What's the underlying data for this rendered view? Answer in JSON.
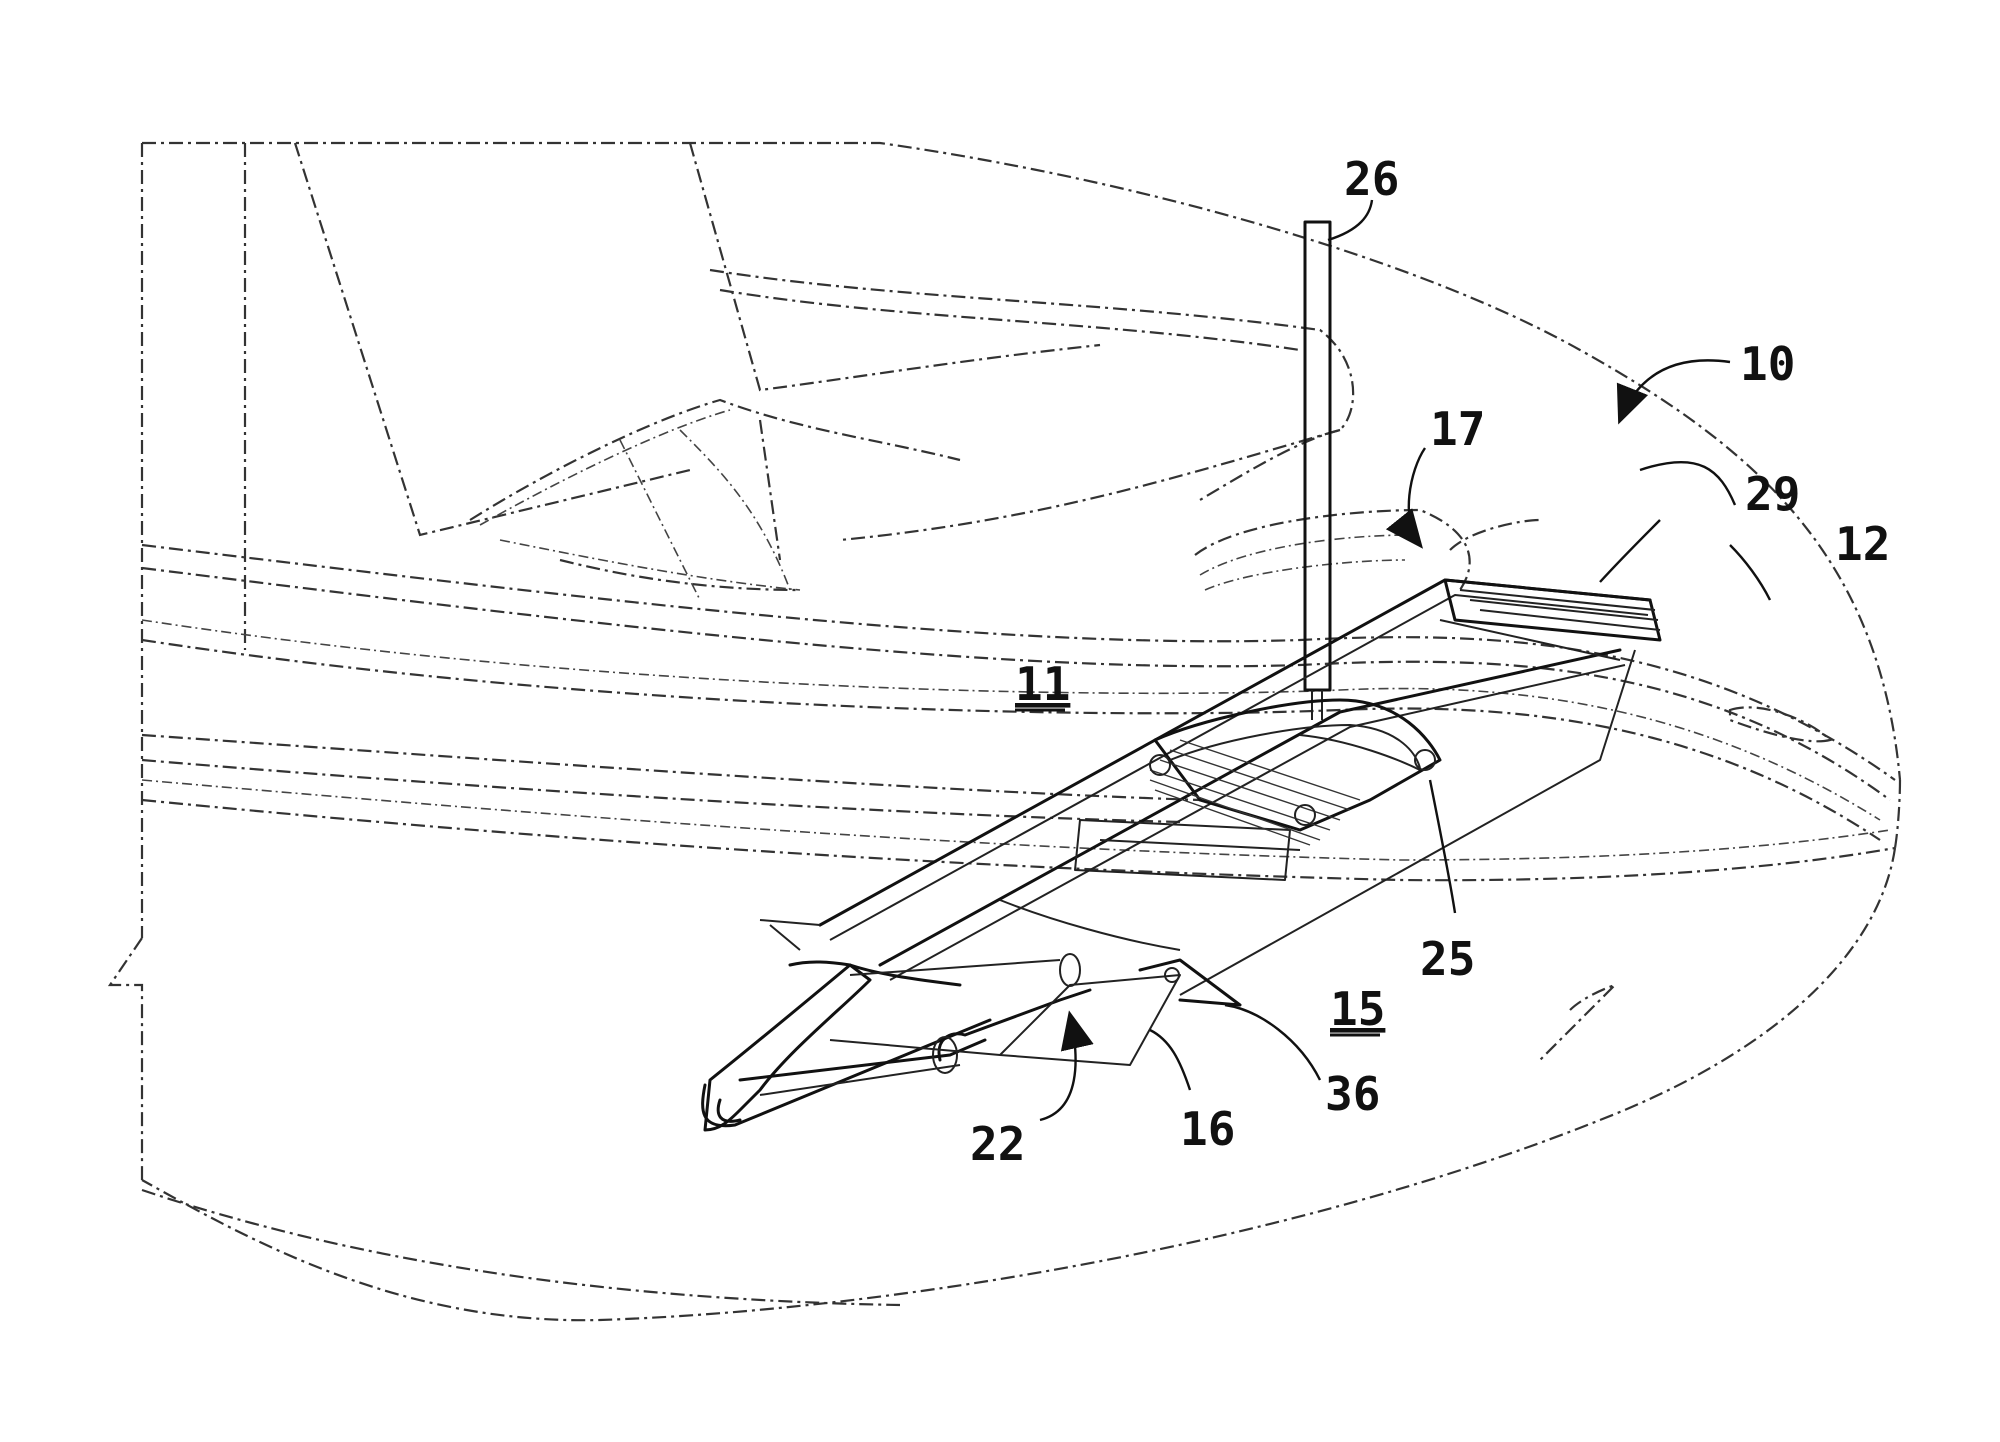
{
  "figure": {
    "reference_numerals": {
      "n10": "10",
      "n11": "11",
      "n12": "12",
      "n15": "15",
      "n16": "16",
      "n17": "17",
      "n22": "22",
      "n25": "25",
      "n26": "26",
      "n29": "29",
      "n36": "36"
    }
  }
}
